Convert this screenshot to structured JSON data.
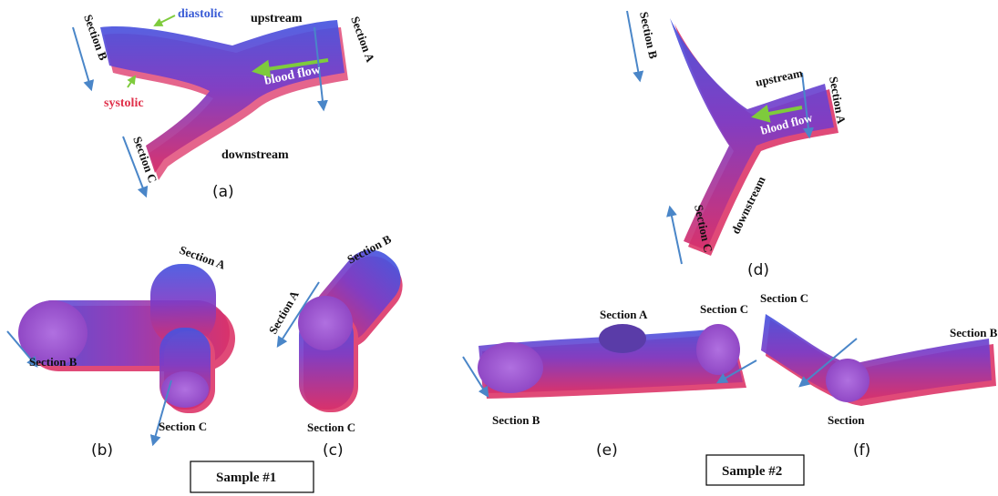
{
  "figure": {
    "panels": {
      "a": {
        "caption": "(a)",
        "diastolic": "diastolic",
        "systolic": "systolic",
        "upstream": "upstream",
        "downstream": "downstream",
        "blood_flow": "blood flow",
        "section_a": "Section A",
        "section_b": "Section B",
        "section_c": "Section C"
      },
      "b": {
        "caption": "(b)",
        "section_a": "Section A",
        "section_b": "Section B",
        "section_c": "Section C"
      },
      "c": {
        "caption": "(c)",
        "section_a": "Section A",
        "section_b": "Section B",
        "section_c": "Section C"
      },
      "d": {
        "caption": "(d)",
        "upstream": "upstream",
        "downstream": "downstream",
        "blood_flow": "blood flow",
        "section_a": "Section A",
        "section_b": "Section B",
        "section_c": "Section C"
      },
      "e": {
        "caption": "(e)",
        "section_a": "Section A",
        "section_b": "Section B",
        "section_c": "Section C"
      },
      "f": {
        "caption": "(f)",
        "section": "Section",
        "section_b": "Section B",
        "section_c": "Section C"
      }
    },
    "sample1": "Sample #1",
    "sample2": "Sample #2",
    "colors": {
      "diastolic": "#3a5cd6",
      "systolic": "#e0304a",
      "vessel_core": "#7a3cc8",
      "arrow_blue": "#4a86c8",
      "arrow_green": "#7ecb3c"
    }
  }
}
